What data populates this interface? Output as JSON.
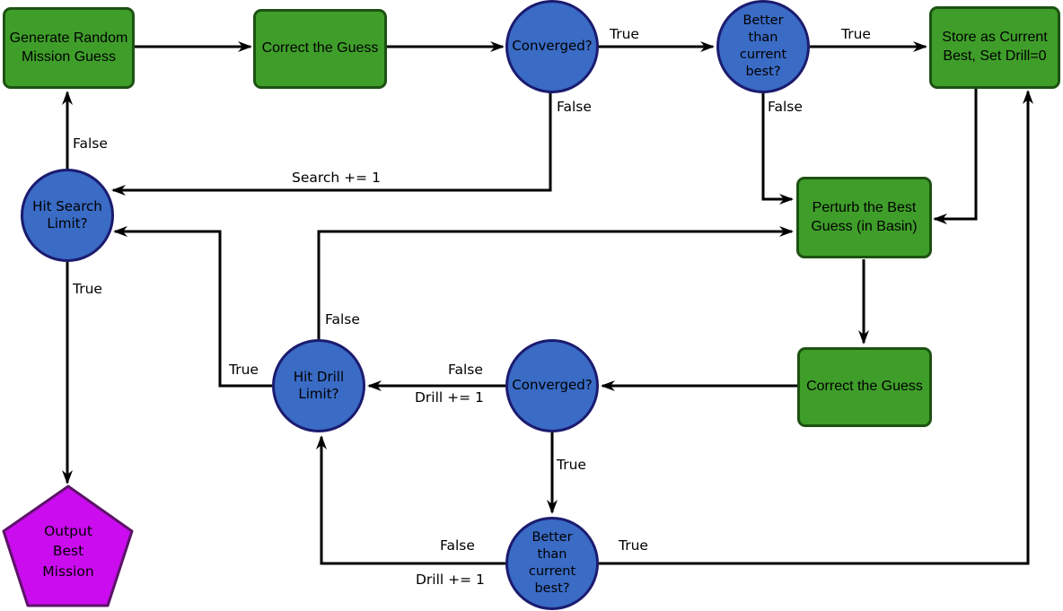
{
  "nodes": {
    "generate": {
      "label": "Generate Random\nMission Guess",
      "type": "process"
    },
    "correct_top": {
      "label": "Correct the Guess",
      "type": "process"
    },
    "converged_top": {
      "label": "Converged?",
      "type": "decision"
    },
    "better_top": {
      "label": "Better\nthan\ncurrent\nbest?",
      "type": "decision"
    },
    "store": {
      "label": "Store as Current\nBest, Set Drill=0",
      "type": "process"
    },
    "hit_search": {
      "label": "Hit Search\nLimit?",
      "type": "decision"
    },
    "perturb": {
      "label": "Perturb the Best\nGuess (in Basin)",
      "type": "process"
    },
    "hit_drill": {
      "label": "Hit Drill\nLimit?",
      "type": "decision"
    },
    "converged_bottom": {
      "label": "Converged?",
      "type": "decision"
    },
    "correct_bottom": {
      "label": "Correct the Guess",
      "type": "process"
    },
    "better_bottom": {
      "label": "Better\nthan\ncurrent\nbest?",
      "type": "decision"
    },
    "output": {
      "label": "Output\nBest\nMission",
      "type": "terminal"
    }
  },
  "edge_labels": {
    "converged_top_true": "True",
    "better_top_true": "True",
    "converged_top_false": "False",
    "better_top_false": "False",
    "search_increment": "Search += 1",
    "hit_search_false": "False",
    "hit_search_true": "True",
    "hit_drill_true": "True",
    "hit_drill_false": "False",
    "converged_bottom_false": "False",
    "drill_increment_mid": "Drill += 1",
    "converged_bottom_true": "True",
    "better_bottom_false": "False",
    "drill_increment_bottom": "Drill += 1",
    "better_bottom_true": "True"
  },
  "colors": {
    "process_fill": "#3f9e2a",
    "process_border": "#1d5212",
    "decision_fill": "#3a6bc5",
    "decision_border": "#1b1b6f",
    "terminal_fill": "#cb0cef",
    "terminal_border": "#5c1368",
    "edge": "#000000",
    "text": "#000000",
    "background": "#ffffff"
  }
}
